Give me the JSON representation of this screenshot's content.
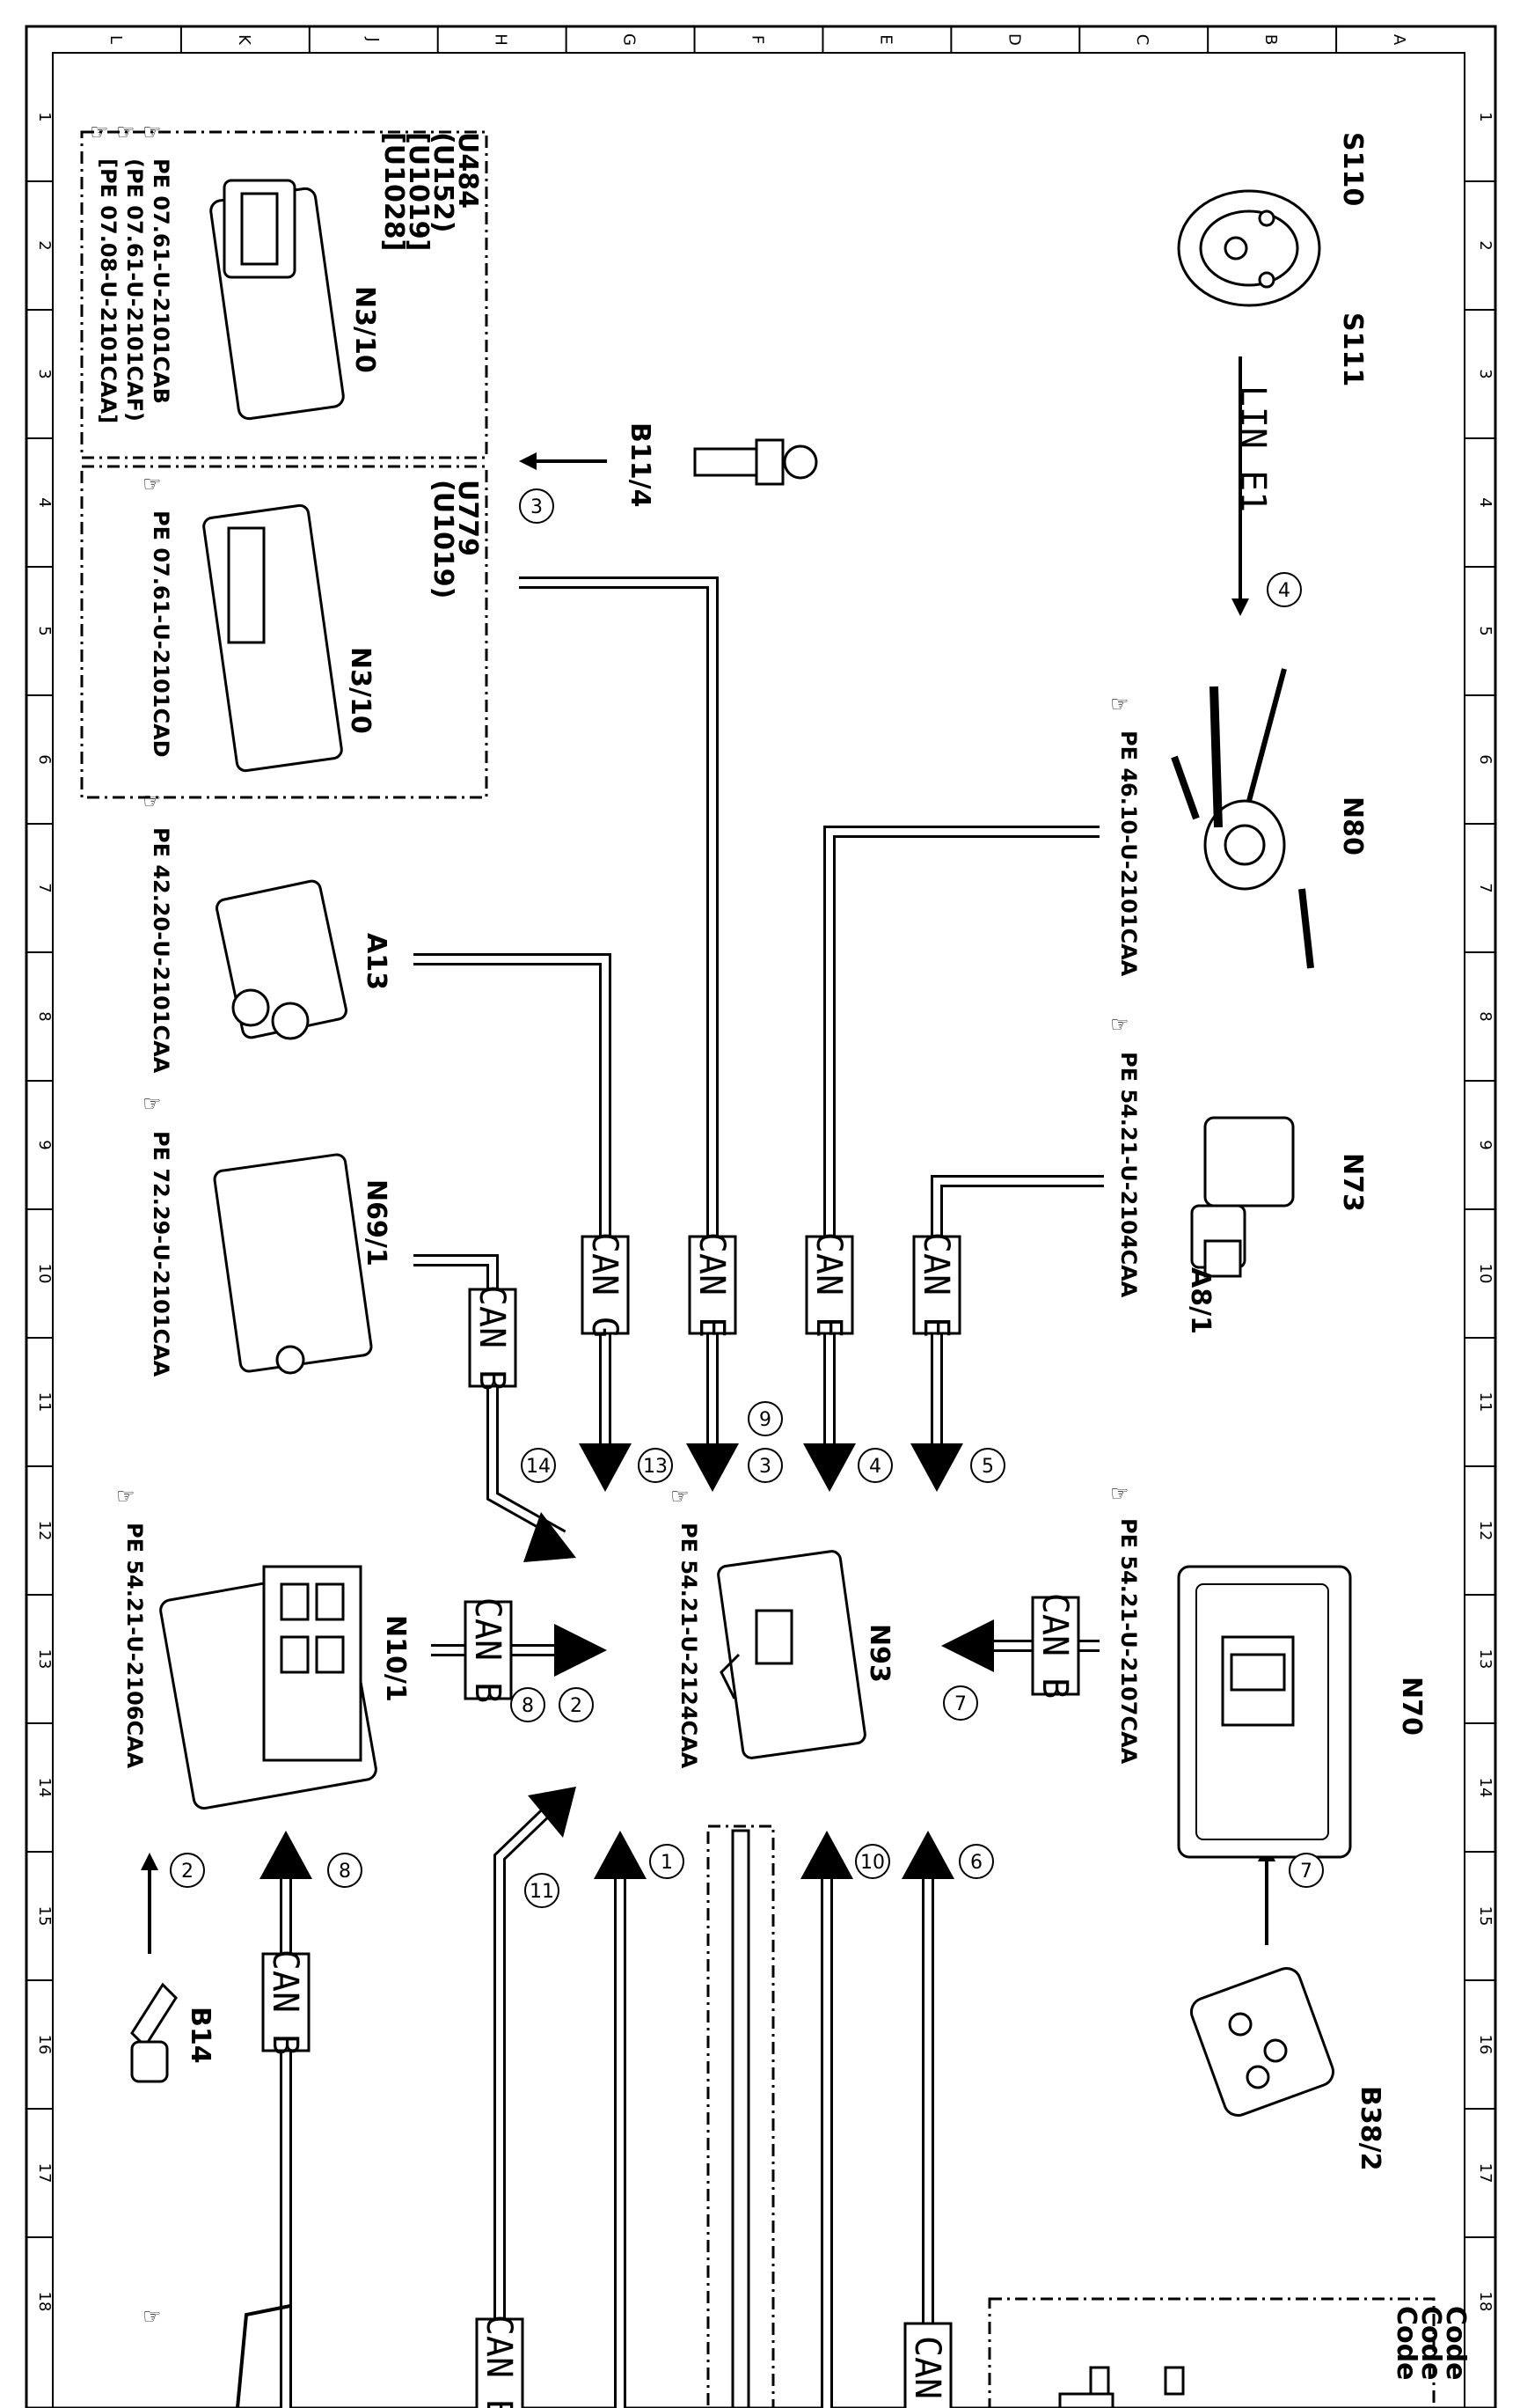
{
  "grid": {
    "columns": [
      "A",
      "B",
      "C",
      "D",
      "E",
      "F",
      "G",
      "H",
      "J",
      "K",
      "L"
    ],
    "rows": [
      "1",
      "2",
      "3",
      "4",
      "5",
      "6",
      "7",
      "8",
      "9",
      "10",
      "11",
      "12",
      "13",
      "14",
      "15",
      "16",
      "17",
      "18"
    ]
  },
  "components": {
    "s110": "S110",
    "s111": "S111",
    "lin": "LIN E1",
    "n80": "N80",
    "n80_ref": "PE 46.10-U-2101CAA",
    "n73": "N73",
    "a8_1": "A8/1",
    "n73_ref": "PE 54.21-U-2104CAA",
    "n70": "N70",
    "n70_ref": "PE 54.21-U-2107CAA",
    "b38_2": "B38/2",
    "n93": "N93",
    "n93_ref": "PE 54.21-U-2124CAA",
    "b11_4": "B11/4",
    "n3_10_a": "N3/10",
    "n3_10_a_codes": [
      "U484",
      "(U152)",
      "[U1019]",
      "[U1028]"
    ],
    "n3_10_a_refs": [
      "PE 07.61-U-2101CAB",
      "(PE 07.61-U-2101CAF)",
      "[PE 07.08-U-2101CAA]"
    ],
    "n3_10_b": "N3/10",
    "n3_10_b_codes": [
      "U779",
      "(U1019)"
    ],
    "n3_10_b_ref": "PE 07.61-U-2101CAD",
    "a13": "A13",
    "a13_ref": "PE 42.20-U-2101CAA",
    "n69_1": "N69/1",
    "n69_1_ref": "PE 72.29-U-2101CAA",
    "n10_1": "N10/1",
    "n10_1_ref": "PE 54.21-U-2106CAA",
    "b14": "B14",
    "code_lines": [
      "Code",
      "Code",
      "Code"
    ]
  },
  "bus_labels": {
    "can_e1": "CAN E",
    "can_e2": "CAN E",
    "can_e3": "CAN E",
    "can_g": "CAN G",
    "can_b1": "CAN B",
    "can_b2": "CAN B",
    "can_b3": "CAN B",
    "can_b4": "CAN B",
    "can_b5": "CAN B",
    "can_bottom": "CAN"
  },
  "circle_numbers": {
    "n4_top": "4",
    "n3_top": "3",
    "n5": "5",
    "n4": "4",
    "n9": "9",
    "n3": "3",
    "n13": "13",
    "n14": "14",
    "n7a": "7",
    "n2a": "2",
    "n8a": "8",
    "n7b": "7",
    "n6": "6",
    "n10": "10",
    "n1": "1",
    "n11": "11",
    "n8b": "8",
    "n2b": "2"
  }
}
